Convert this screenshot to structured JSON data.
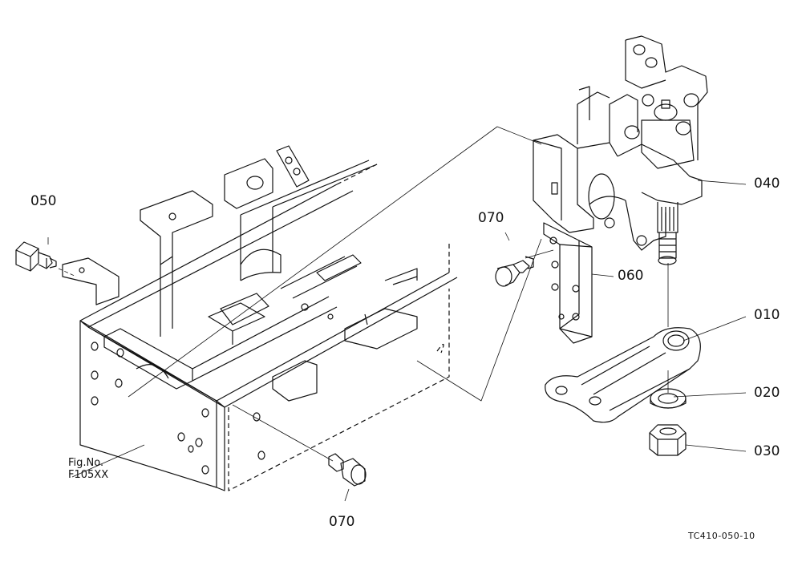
{
  "callouts": {
    "p050": "050",
    "p070_upper": "070",
    "p060": "060",
    "p040": "040",
    "p010": "010",
    "p020": "020",
    "p030": "030",
    "p070_lower": "070"
  },
  "figure_ref": {
    "line1": "Fig.No.",
    "line2": "F105XX"
  },
  "drawing_code": "TC410-050-10"
}
